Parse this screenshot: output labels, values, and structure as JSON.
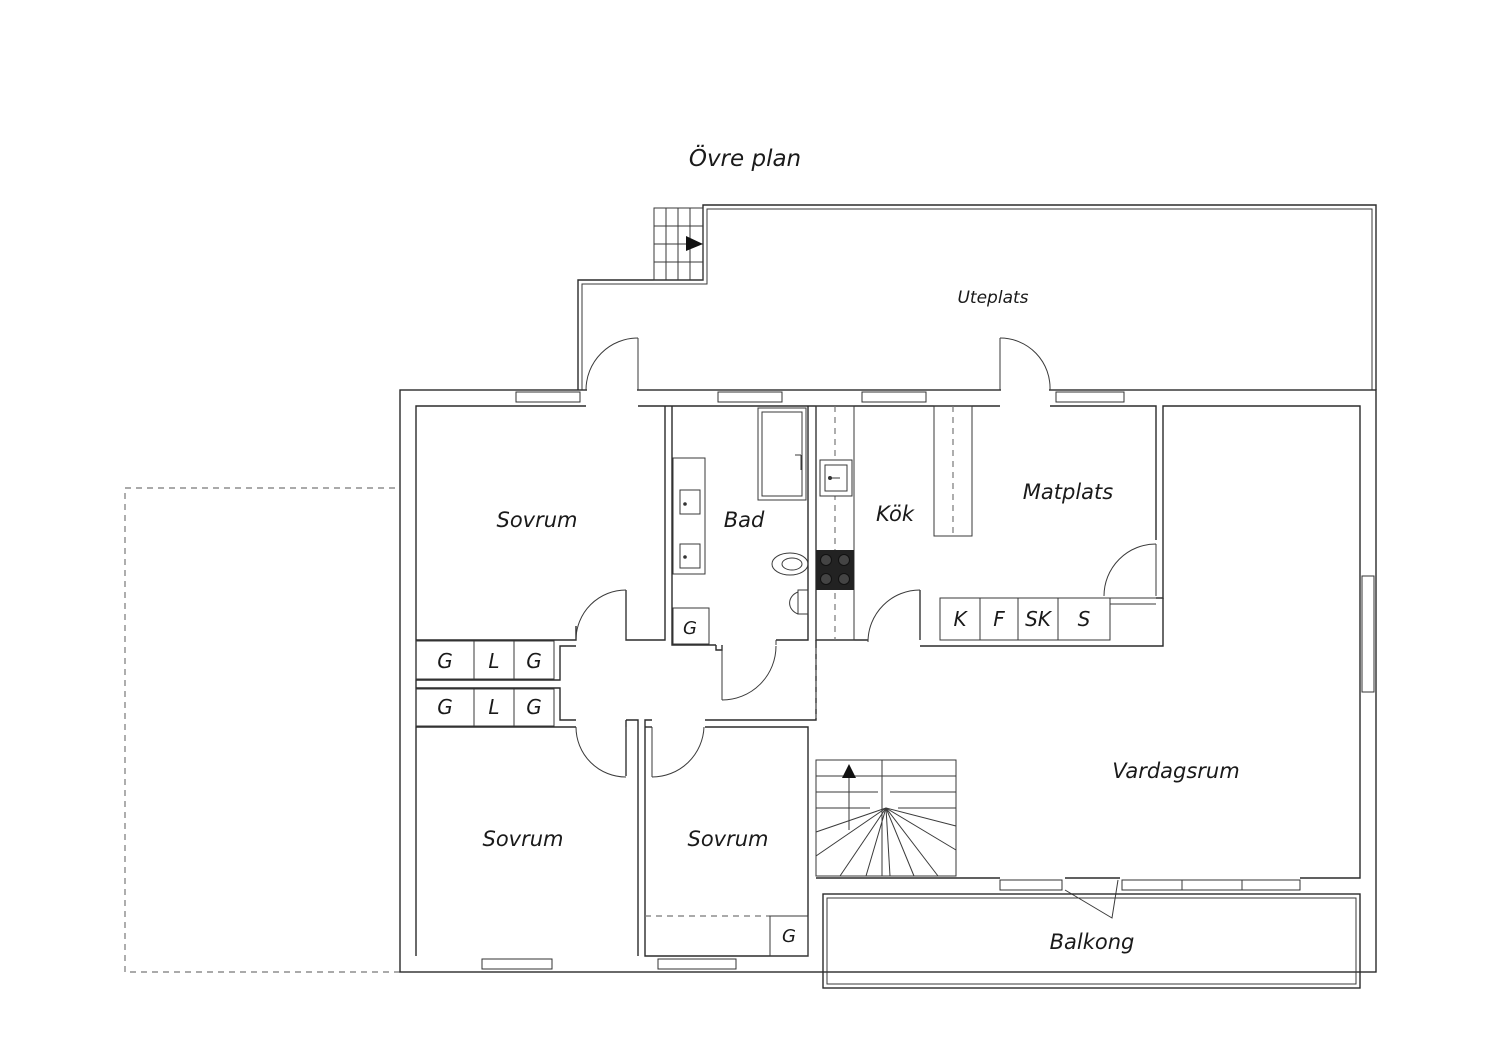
{
  "title": "Övre plan",
  "rooms": {
    "uteplats": "Uteplats",
    "sovrum_top": "Sovrum",
    "bad": "Bad",
    "kok": "Kök",
    "matplats": "Matplats",
    "vardagsrum": "Vardagsrum",
    "sovrum_bottom_left": "Sovrum",
    "sovrum_bottom_mid": "Sovrum",
    "balkong": "Balkong"
  },
  "storage": {
    "hall_row1": [
      "G",
      "L",
      "G"
    ],
    "hall_row2": [
      "G",
      "L",
      "G"
    ],
    "bad_closet": "G",
    "sovrum_closet": "G",
    "kitchen_units": [
      "K",
      "F",
      "SK",
      "S"
    ]
  }
}
